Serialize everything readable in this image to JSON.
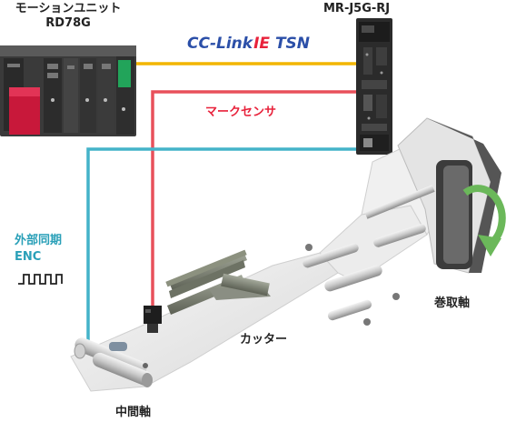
{
  "labels": {
    "motion_unit_line1": "モーションユニット",
    "motion_unit_line2": "RD78G",
    "servo": "MR-J5G-RJ",
    "network_cc": "CC-Link",
    "network_ie": "IE",
    "network_tsn": "TSN",
    "mark_sensor": "マークセンサ",
    "encoder_line1": "外部同期",
    "encoder_line2": "ENC",
    "encoder_signal": "ЛЛЛЛ",
    "cutter": "カッター",
    "winding_shaft": "巻取軸",
    "intermediate_shaft": "中間軸"
  },
  "colors": {
    "network_line": "#f2b500",
    "sensor_line": "#e8505b",
    "encoder_line": "#44b3c9",
    "network_label": "#2b4fa8",
    "network_label_accent": "#e8223b",
    "sensor_label": "#e8223b",
    "encoder_label": "#2aa0b8",
    "rotation_arrow": "#6bb85a"
  }
}
